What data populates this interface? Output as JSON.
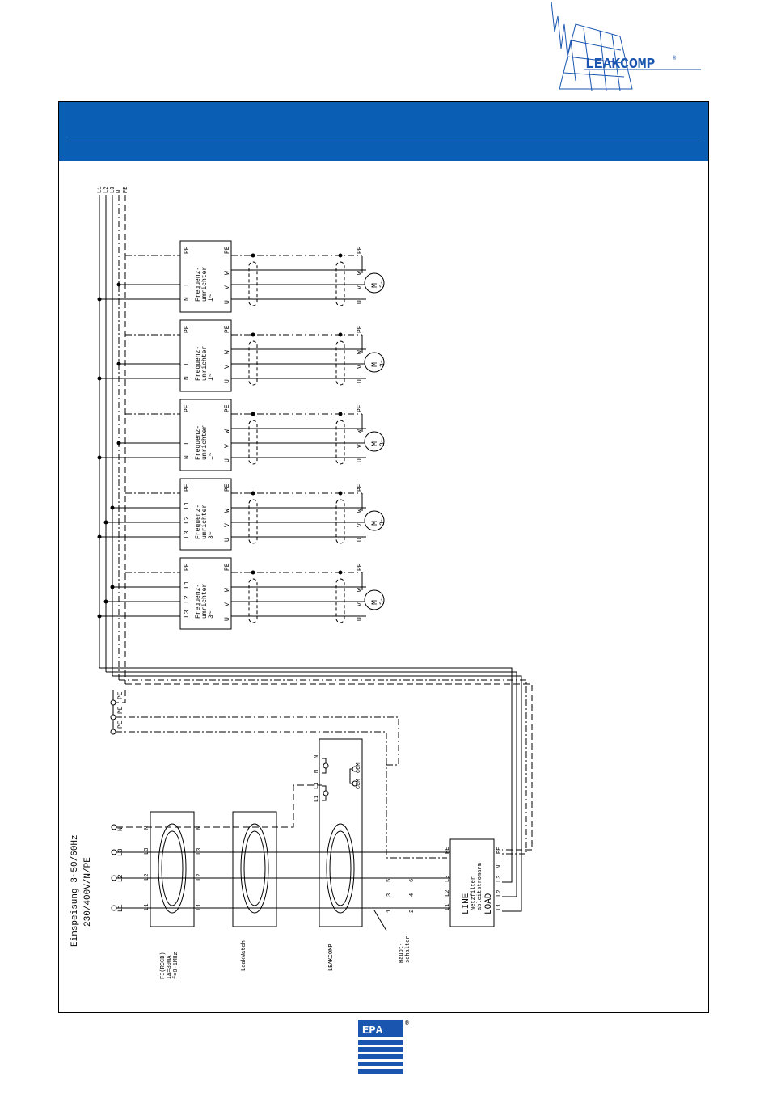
{
  "brand": {
    "logo_text": "LEAKCOMP",
    "registered": "®",
    "footer_logo_text": "EPA",
    "footer_registered": "®"
  },
  "colors": {
    "banner": "#0a5fb4",
    "accent_line": "#1a56b0",
    "ink": "#000000"
  },
  "supply": {
    "title": "Einspeisung 3~50/60Hz",
    "subtitle": "230/400V/N/PE",
    "terminals": [
      "L1",
      "L2",
      "L3",
      "N"
    ],
    "pe_labels": [
      "PE",
      "PE",
      "PE"
    ],
    "bus_labels": [
      "L1",
      "L2",
      "L3",
      "N",
      "PE"
    ]
  },
  "devices": {
    "rccb": {
      "labels": [
        "FI(RCCB)",
        "IΔ=30mA",
        "f=0-1MHz"
      ],
      "in_terms": [
        "L1",
        "L2",
        "L3",
        "N"
      ],
      "out_terms": [
        "L1",
        "L2",
        "L3",
        "N"
      ]
    },
    "leakwatch": {
      "label": "LeakWatch"
    },
    "leakcomp": {
      "label": "LEAKCOMP",
      "terms": [
        "N",
        "N",
        "L1",
        "L1"
      ],
      "contacts": [
        "COM",
        "COM"
      ]
    },
    "main_switch": {
      "labels": [
        "Haupt-",
        "schalter"
      ],
      "pins": [
        "1",
        "2",
        "3",
        "4",
        "5",
        "6"
      ]
    },
    "filter": {
      "line": "LINE",
      "load": "LOAD",
      "name": [
        "Netzfilter",
        "ableitstromarm"
      ],
      "line_terms": [
        "L1",
        "L2",
        "L3",
        "PE"
      ],
      "load_terms": [
        "L1",
        "L2",
        "L3",
        "N",
        "PE"
      ]
    }
  },
  "converters": [
    {
      "pe": "PE",
      "inputs": [
        "L",
        "N"
      ],
      "name": [
        "Frequenz-",
        "umrichter",
        "1~"
      ],
      "outputs": [
        "U",
        "V",
        "W"
      ],
      "out_pe": "PE",
      "motor": [
        "M",
        "3~"
      ],
      "motor_terms": [
        "U",
        "V",
        "W",
        "PE"
      ]
    },
    {
      "pe": "PE",
      "inputs": [
        "L",
        "N"
      ],
      "name": [
        "Frequenz-",
        "umrichter",
        "1~"
      ],
      "outputs": [
        "U",
        "V",
        "W"
      ],
      "out_pe": "PE",
      "motor": [
        "M",
        "3~"
      ],
      "motor_terms": [
        "U",
        "V",
        "W",
        "PE"
      ]
    },
    {
      "pe": "PE",
      "inputs": [
        "L",
        "N"
      ],
      "name": [
        "Frequenz-",
        "umrichter",
        "1~"
      ],
      "outputs": [
        "U",
        "V",
        "W"
      ],
      "out_pe": "PE",
      "motor": [
        "M",
        "3~"
      ],
      "motor_terms": [
        "U",
        "V",
        "W",
        "PE"
      ]
    },
    {
      "pe": "PE",
      "inputs": [
        "L1",
        "L2",
        "L3"
      ],
      "name": [
        "Frequenz-",
        "umrichter",
        "3~"
      ],
      "outputs": [
        "U",
        "V",
        "W"
      ],
      "out_pe": "PE",
      "motor": [
        "M",
        "3~"
      ],
      "motor_terms": [
        "U",
        "V",
        "W",
        "PE"
      ]
    },
    {
      "pe": "PE",
      "inputs": [
        "L1",
        "L2",
        "L3"
      ],
      "name": [
        "Frequenz-",
        "umrichter",
        "3~"
      ],
      "outputs": [
        "U",
        "V",
        "W"
      ],
      "out_pe": "PE",
      "motor": [
        "M",
        "3~"
      ],
      "motor_terms": [
        "U",
        "V",
        "W",
        "PE"
      ]
    }
  ]
}
